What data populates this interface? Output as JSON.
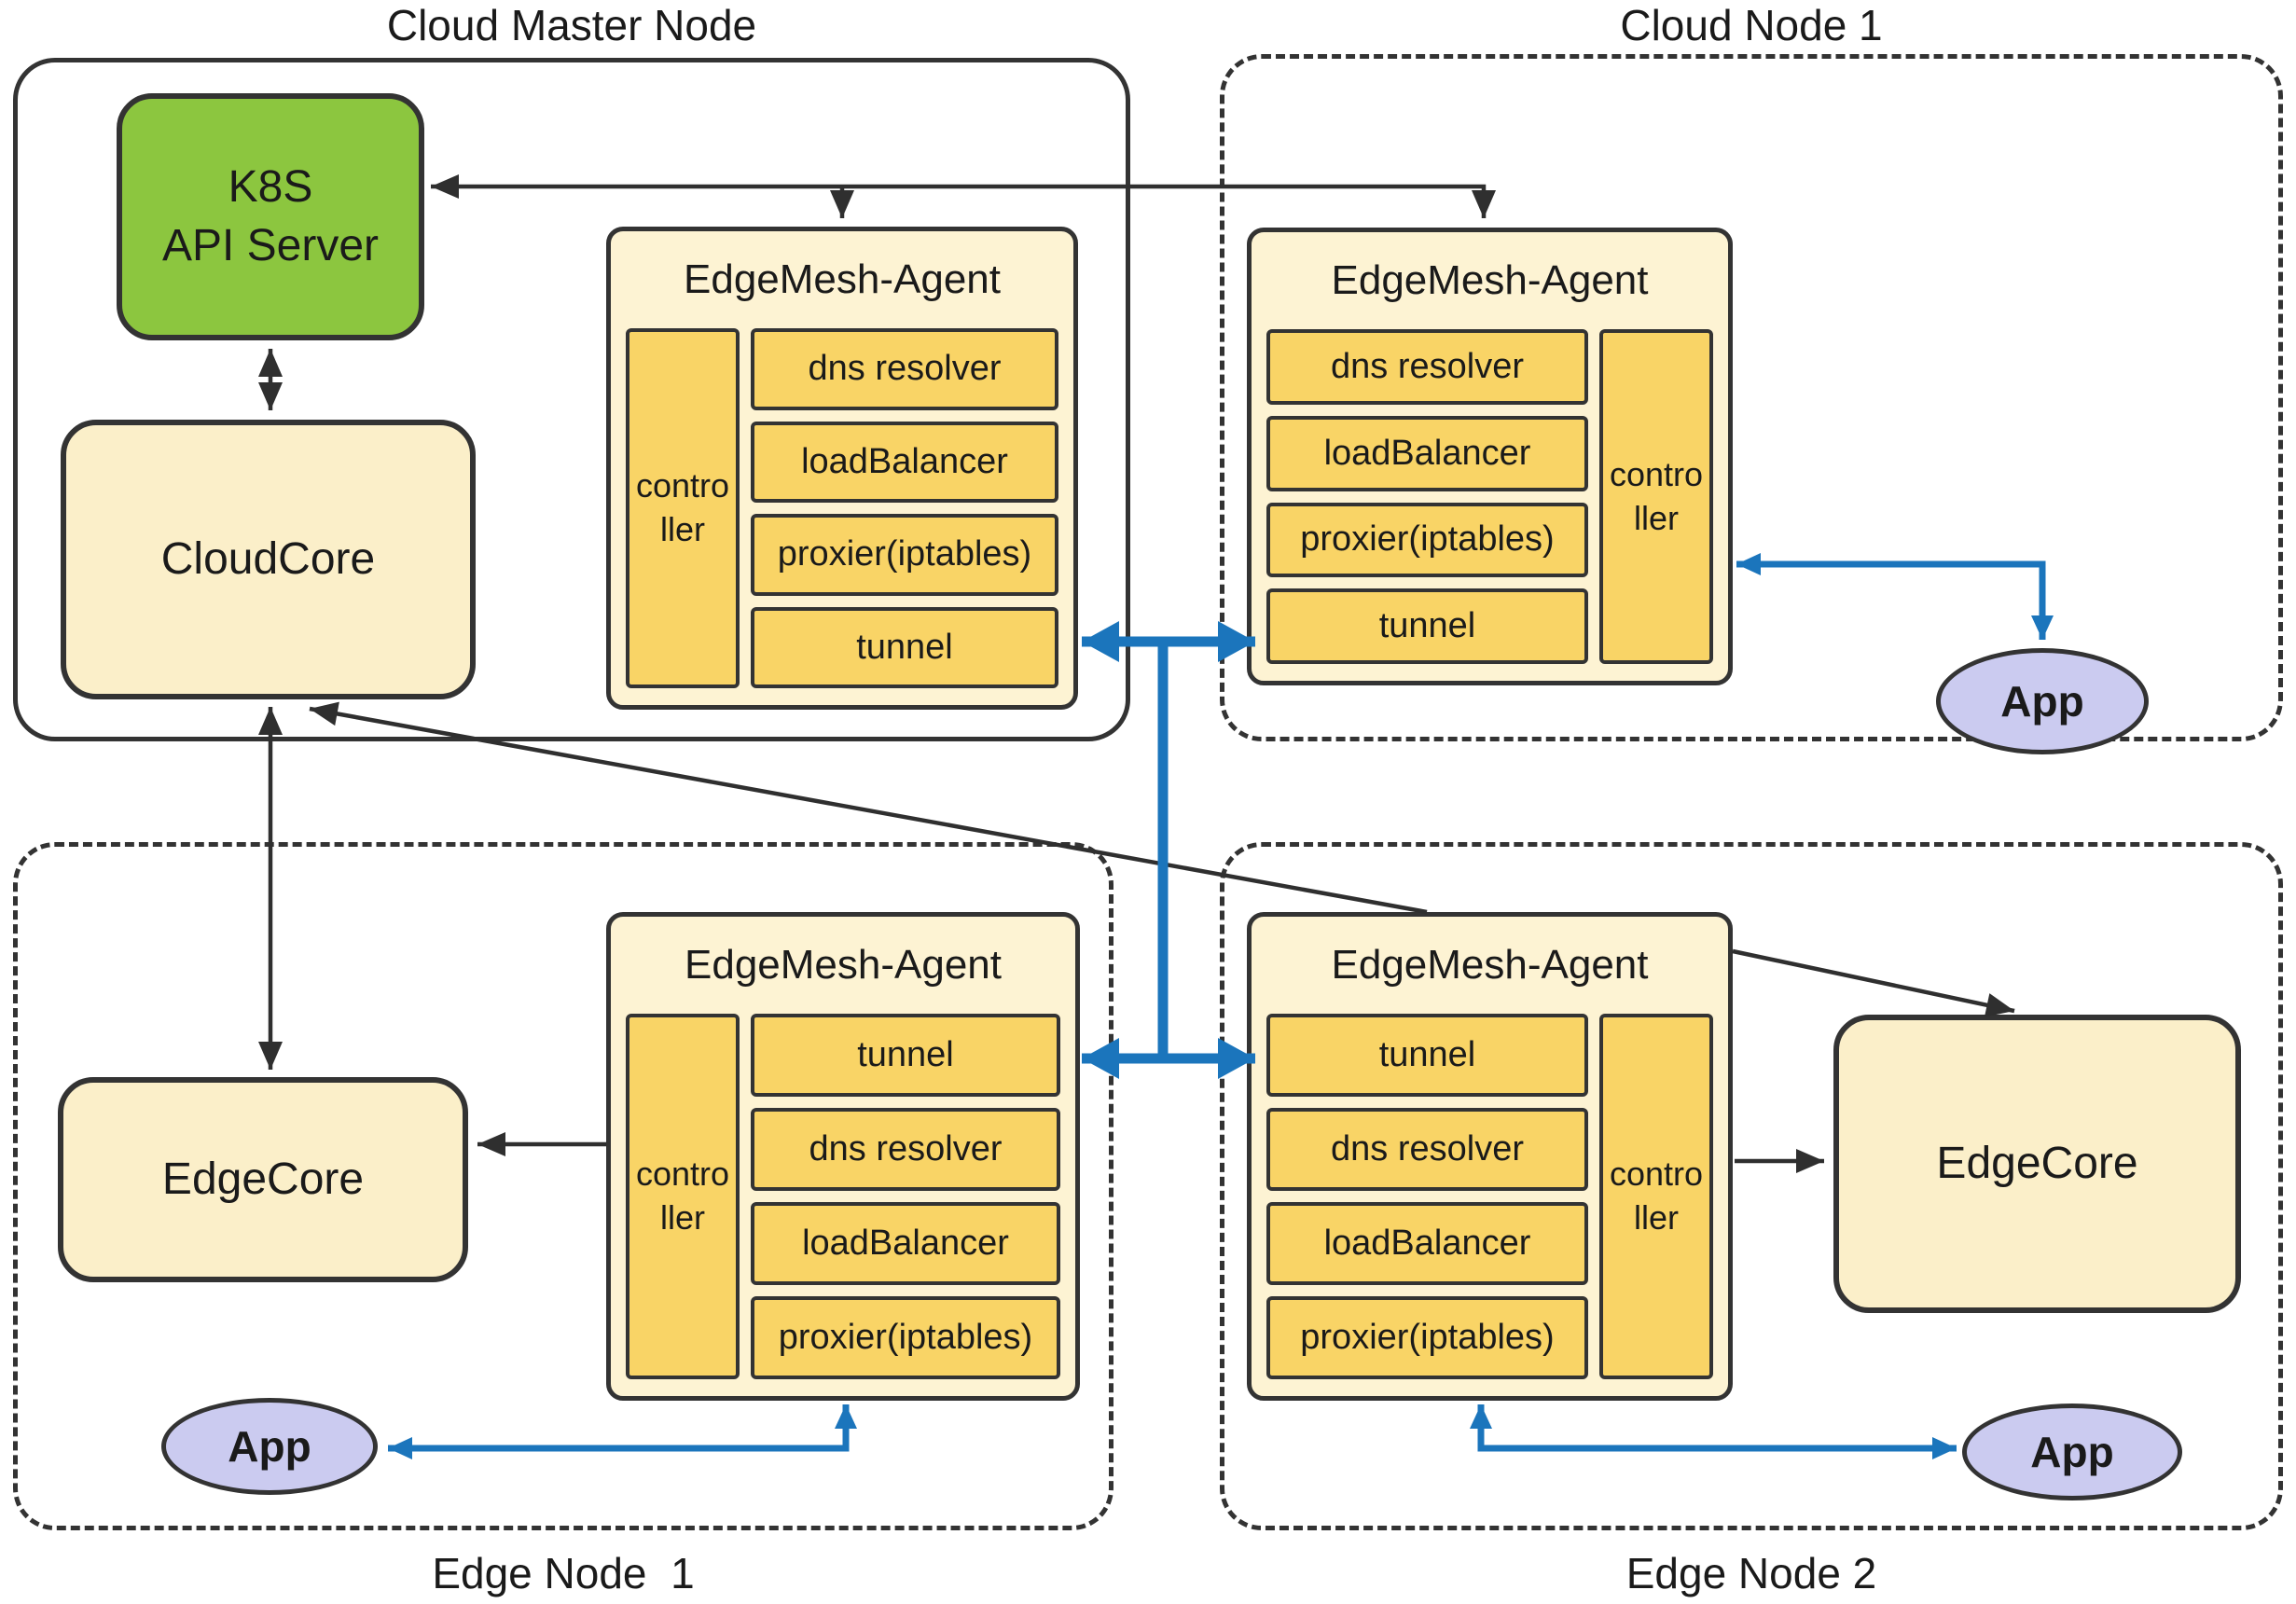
{
  "diagram": {
    "containers": {
      "cloud_master": {
        "title": "Cloud Master Node"
      },
      "cloud_node_1": {
        "title": "Cloud Node 1"
      },
      "edge_node_1": {
        "title": "Edge Node  1"
      },
      "edge_node_2": {
        "title": "Edge Node 2"
      }
    },
    "k8s": {
      "line1": "K8S",
      "line2": "API Server"
    },
    "cloudcore": {
      "label": "CloudCore"
    },
    "edgecore_1": {
      "label": "EdgeCore"
    },
    "edgecore_2": {
      "label": "EdgeCore"
    },
    "agents": {
      "master": {
        "title": "EdgeMesh-Agent",
        "controller": "controller",
        "modules": [
          "dns resolver",
          "loadBalancer",
          "proxier(iptables)",
          "tunnel"
        ]
      },
      "cloud_1": {
        "title": "EdgeMesh-Agent",
        "controller": "controller",
        "modules": [
          "dns resolver",
          "loadBalancer",
          "proxier(iptables)",
          "tunnel"
        ]
      },
      "edge_1": {
        "title": "EdgeMesh-Agent",
        "controller": "controller",
        "modules": [
          "tunnel",
          "dns resolver",
          "loadBalancer",
          "proxier(iptables)"
        ]
      },
      "edge_2": {
        "title": "EdgeMesh-Agent",
        "controller": "controller",
        "modules": [
          "tunnel",
          "dns resolver",
          "loadBalancer",
          "proxier(iptables)"
        ]
      }
    },
    "apps": {
      "cloud_1": "App",
      "edge_1": "App",
      "edge_2": "App"
    },
    "colors": {
      "green": "#8cc63f",
      "cream": "#fbefc9",
      "cream_light": "#fdf3d3",
      "yellow": "#f9d466",
      "lavender": "#cbcbf0",
      "blue": "#1b75bc",
      "ink": "#333333"
    }
  }
}
